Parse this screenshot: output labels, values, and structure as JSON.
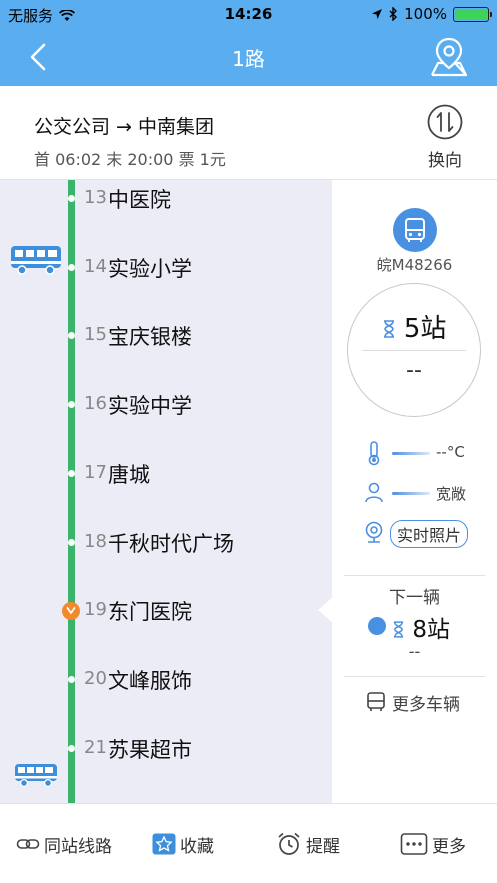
{
  "status_bar": {
    "carrier": "无服务",
    "time": "14:26",
    "battery": "100%",
    "battery_level": 1.0
  },
  "nav": {
    "title": "1路",
    "back_icon": "chevron-left-icon",
    "location_icon": "map-pin-icon"
  },
  "route": {
    "direction": "公交公司 → 中南集团",
    "times": "首 06:02 末 20:00 票 1元",
    "swap_label": "换向"
  },
  "stops": [
    {
      "num": "13",
      "name": "中医院"
    },
    {
      "num": "14",
      "name": "实验小学"
    },
    {
      "num": "15",
      "name": "宝庆银楼"
    },
    {
      "num": "16",
      "name": "实验中学"
    },
    {
      "num": "17",
      "name": "唐城"
    },
    {
      "num": "18",
      "name": "千秋时代广场"
    },
    {
      "num": "19",
      "name": "东门医院"
    },
    {
      "num": "20",
      "name": "文峰服饰"
    },
    {
      "num": "21",
      "name": "苏果超市"
    }
  ],
  "current_stop_index": 6,
  "panel": {
    "plate": "皖M48266",
    "stops_away": "5站",
    "eta": "--",
    "temperature": "--°C",
    "crowd": "宽敞",
    "photo_label": "实时照片",
    "next_label": "下一辆",
    "next_stops": "8站",
    "next_eta": "--",
    "more_label": "更多车辆"
  },
  "tabs": [
    {
      "label": "同站线路",
      "icon": "link-icon"
    },
    {
      "label": "收藏",
      "icon": "star-icon"
    },
    {
      "label": "提醒",
      "icon": "alarm-clock-icon"
    },
    {
      "label": "更多",
      "icon": "more-dots-icon"
    }
  ],
  "colors": {
    "header": "#5aaef0",
    "route_line": "#3bb36a",
    "accent": "#4a90e2",
    "current_stop": "#f08a2c",
    "list_bg": "#ececf7"
  }
}
